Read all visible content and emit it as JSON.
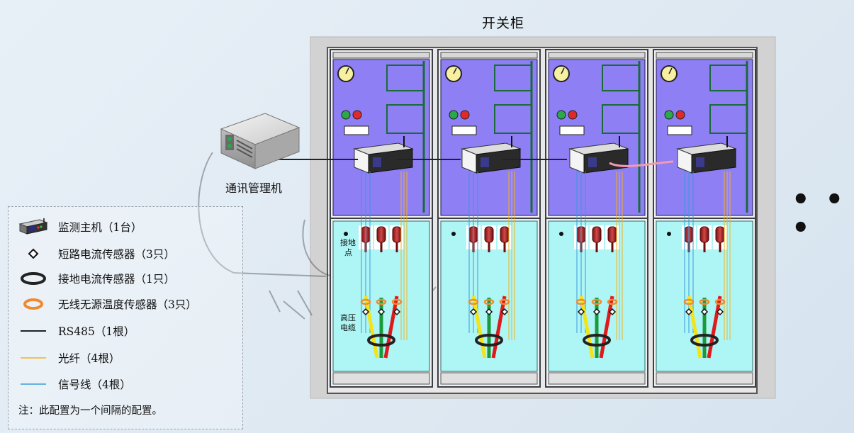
{
  "title": "开关柜",
  "comm_manager_label": "通讯管理机",
  "ellipsis": "• • •",
  "ground_point_label": [
    "接地",
    "点"
  ],
  "hv_cable_label": [
    "高压",
    "电缆"
  ],
  "legend": {
    "items": [
      {
        "icon": "monitor-host-icon",
        "text": "监测主机（1台）"
      },
      {
        "icon": "short-circuit-sensor-icon",
        "text": "短路电流传感器（3只）"
      },
      {
        "icon": "ground-current-sensor-icon",
        "text": "接地电流传感器（1只）"
      },
      {
        "icon": "temperature-sensor-icon",
        "text": "无线无源温度传感器（3只）"
      },
      {
        "icon": "rs485-line-icon",
        "text": "RS485（1根）"
      },
      {
        "icon": "fiber-line-icon",
        "text": "光纤（4根）"
      },
      {
        "icon": "signal-line-icon",
        "text": "信号线（4根）"
      }
    ],
    "note": "注：此配置为一个间隔的配置。"
  },
  "colors": {
    "cabinet_top": "#8f7ff5",
    "cabinet_bottom": "#aef5f5",
    "frame": "#3a3f47",
    "rs485": "#222222",
    "fiber": "#f2b21e",
    "signal": "#3a9ad9",
    "temp_sensor": "#f08a2e",
    "yellow_cable": "#f2e41a",
    "green_cable": "#1a9a3a",
    "red_cable": "#e01a1a"
  }
}
